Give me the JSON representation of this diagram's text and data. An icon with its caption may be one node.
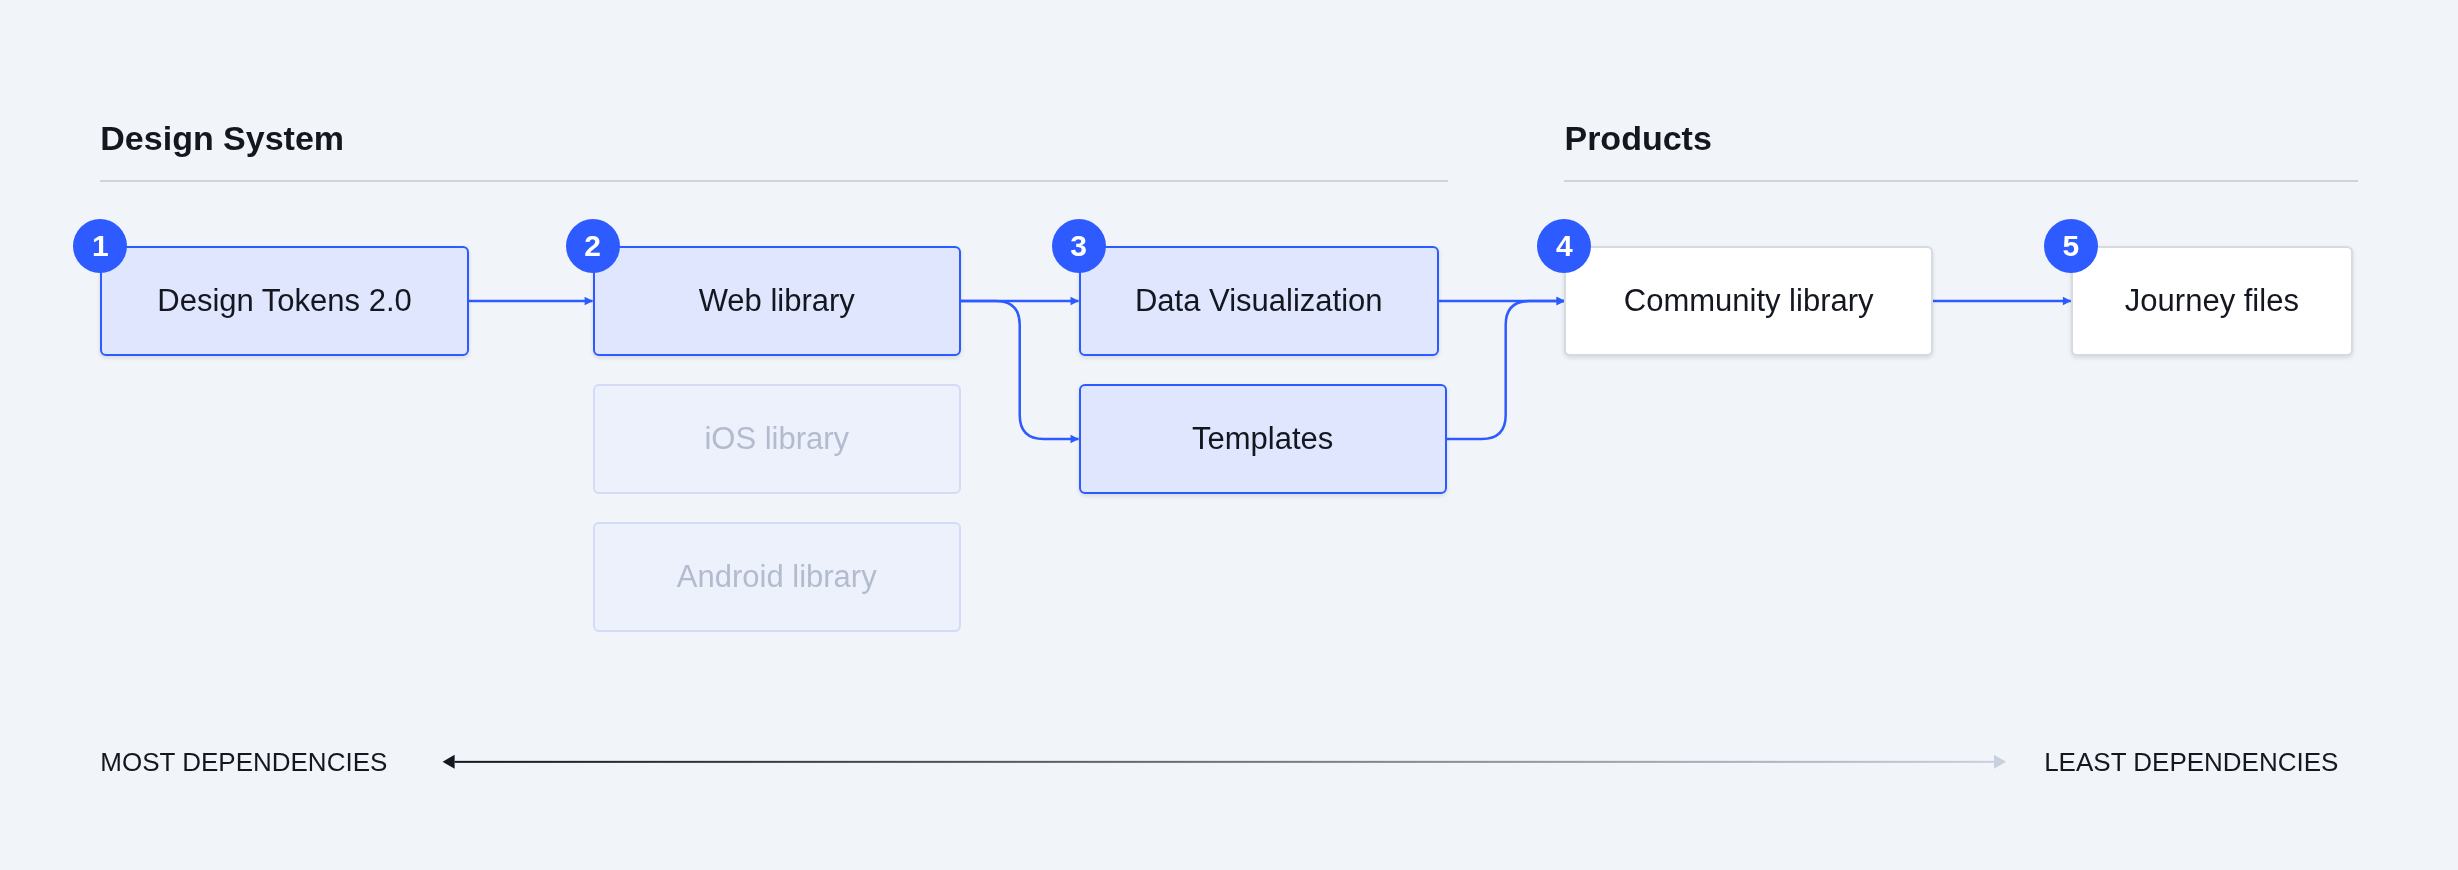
{
  "diagram": {
    "nodes": [
      {
        "text": [
          "Design Tokens 2.0"
        ],
        "beside": [
          "1"
        ]
      },
      {
        "text": [
          "Web library"
        ],
        "beside": [
          "2"
        ]
      },
      {
        "text": [
          "iOS library"
        ]
      },
      {
        "text": [
          "Android library"
        ]
      },
      {
        "text": [
          "Data Visualization"
        ],
        "beside": [
          "3"
        ]
      },
      {
        "text": [
          "Templates"
        ]
      },
      {
        "text": [
          "Community library"
        ],
        "beside": [
          "4"
        ]
      },
      {
        "text": [
          "Journey files"
        ],
        "beside": [
          "5"
        ]
      }
    ],
    "edges": [
      {
        "from": 0,
        "to": 1,
        "arrow": "to"
      },
      {
        "from": 1,
        "to": 4,
        "arrow": "to"
      },
      {
        "from": 1,
        "to": 5,
        "arrow": "to"
      },
      {
        "from": 4,
        "to": 6,
        "arrow": "to"
      },
      {
        "from": 5,
        "to": 6,
        "arrow": "to"
      },
      {
        "from": 6,
        "to": 7,
        "arrow": "to"
      }
    ],
    "labels": [
      "Design System",
      "Products",
      "MOST DEPENDENCIES",
      "LEAST DEPENDENCIES"
    ]
  }
}
